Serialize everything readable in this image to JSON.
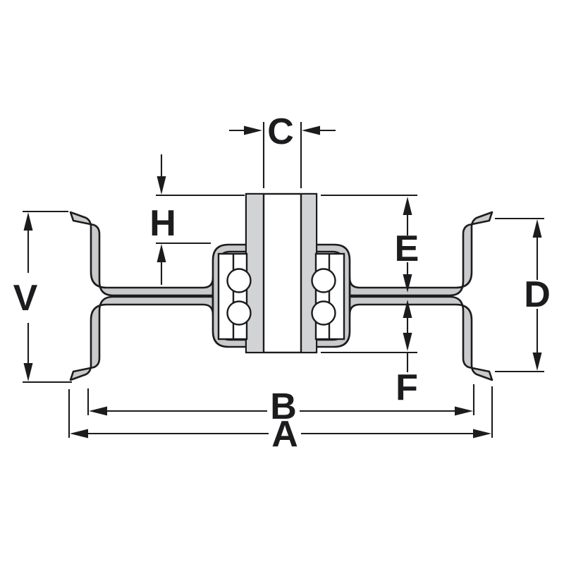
{
  "dim_labels": {
    "A": "A",
    "B": "B",
    "C": "C",
    "D": "D",
    "E": "E",
    "F": "F",
    "H": "H",
    "V": "V"
  },
  "colors": {
    "ink": "#1c1c1e",
    "part_gray": "#c9cacc",
    "hub_gray": "#d2d3d5",
    "background": "#ffffff",
    "bearing_white": "#ffffff"
  }
}
